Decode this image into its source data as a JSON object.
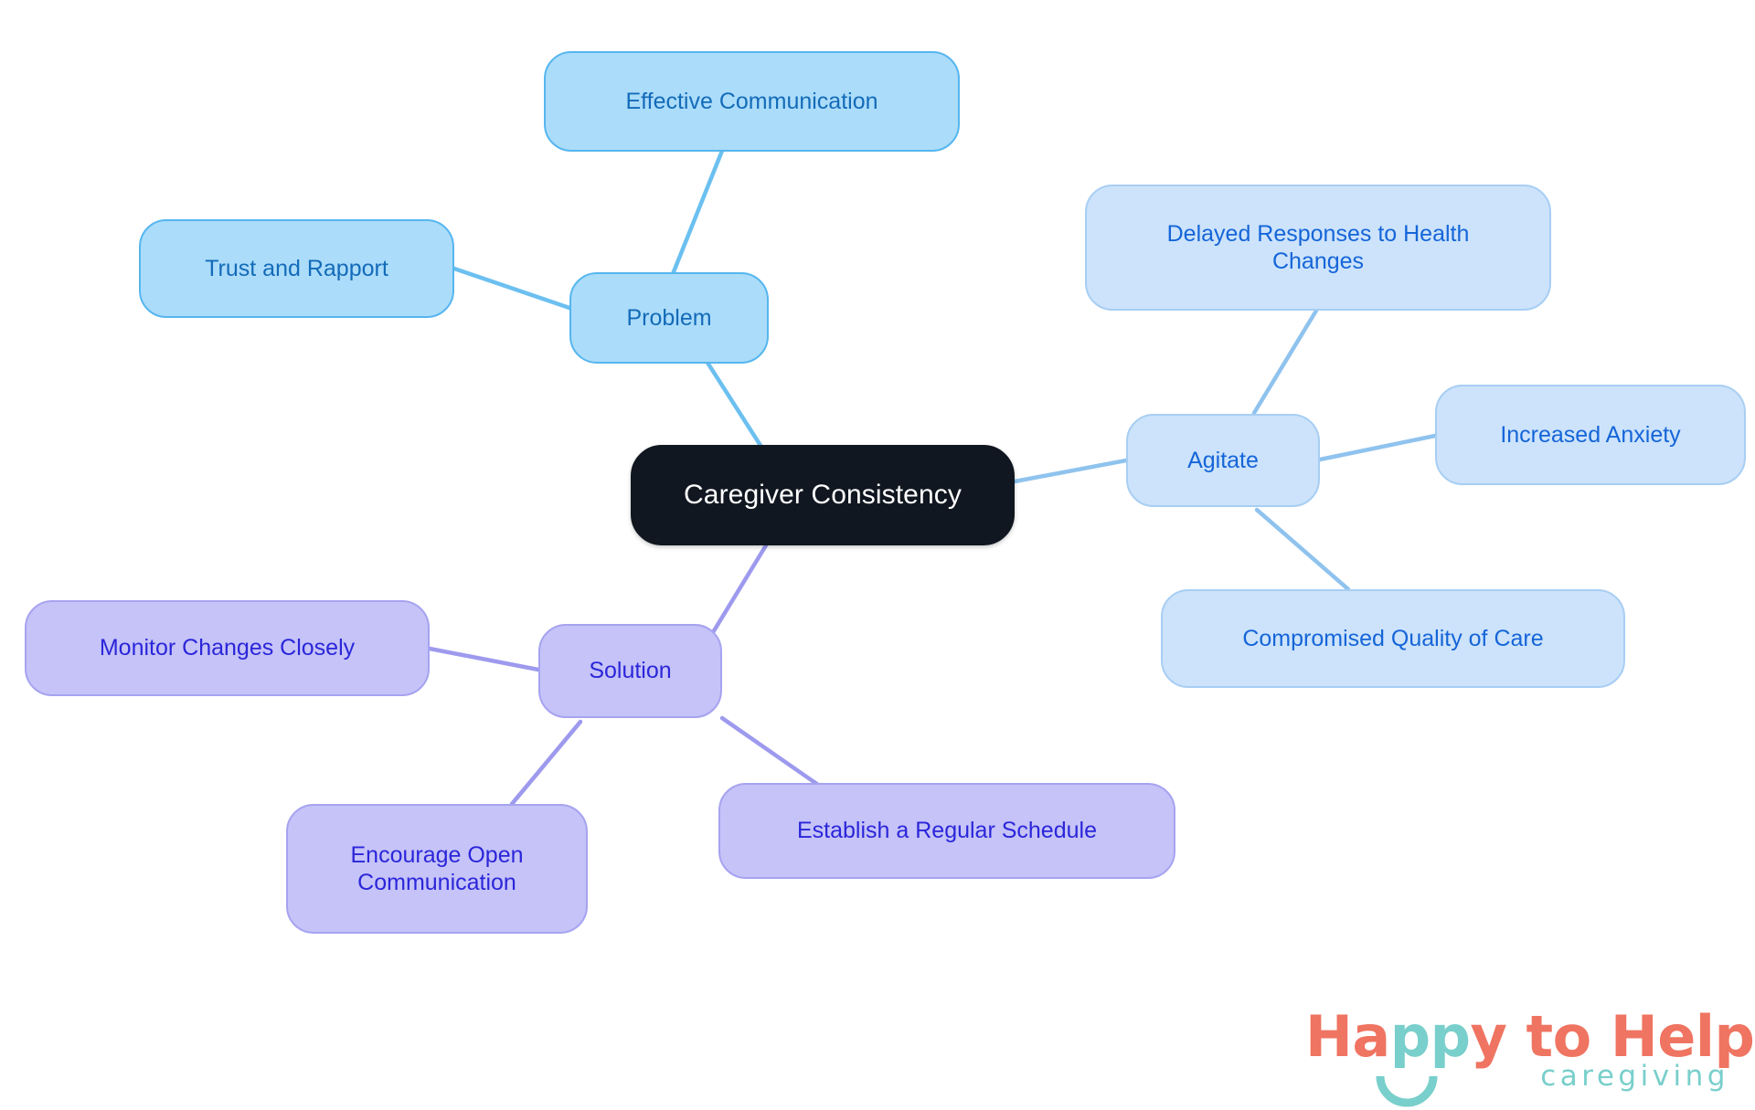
{
  "diagram": {
    "type": "mind-map",
    "background_color": "#FFFFFF",
    "root": {
      "label": "Caregiver Consistency",
      "fill": "#111720",
      "text_color": "#FFFFFF"
    },
    "branches": [
      {
        "id": "problem",
        "label": "Problem",
        "fill": "#ABDCFA",
        "border": "#56B6EF",
        "text_color": "#136BB8",
        "edge_color": "#6CC0F0",
        "children": [
          {
            "id": "effective-communication",
            "label": "Effective Communication"
          },
          {
            "id": "trust-and-rapport",
            "label": "Trust and Rapport"
          }
        ]
      },
      {
        "id": "agitate",
        "label": "Agitate",
        "fill": "#CCE3FB",
        "border": "#A8CEF3",
        "text_color": "#1565D8",
        "edge_color": "#8FC3EE",
        "children": [
          {
            "id": "delayed-responses-to-health-changes",
            "label": "Delayed Responses to Health\nChanges"
          },
          {
            "id": "increased-anxiety",
            "label": "Increased Anxiety"
          },
          {
            "id": "compromised-quality-of-care",
            "label": "Compromised Quality of Care"
          }
        ]
      },
      {
        "id": "solution",
        "label": "Solution",
        "fill": "#C5C3F8",
        "border": "#A6A3F0",
        "text_color": "#2B26D9",
        "edge_color": "#9D9AEE",
        "children": [
          {
            "id": "monitor-changes-closely",
            "label": "Monitor Changes Closely"
          },
          {
            "id": "encourage-open-communication",
            "label": "Encourage Open\nCommunication"
          },
          {
            "id": "establish-a-regular-schedule",
            "label": "Establish a Regular Schedule"
          }
        ]
      }
    ]
  },
  "logo": {
    "word_happy_part1": "Ha",
    "word_happy_part2": "pp",
    "word_happy_part3": "y",
    "word_to_help": " to Help",
    "subtitle": "caregiving",
    "primary_color": "#EF7461",
    "accent_color": "#79CFCB"
  }
}
